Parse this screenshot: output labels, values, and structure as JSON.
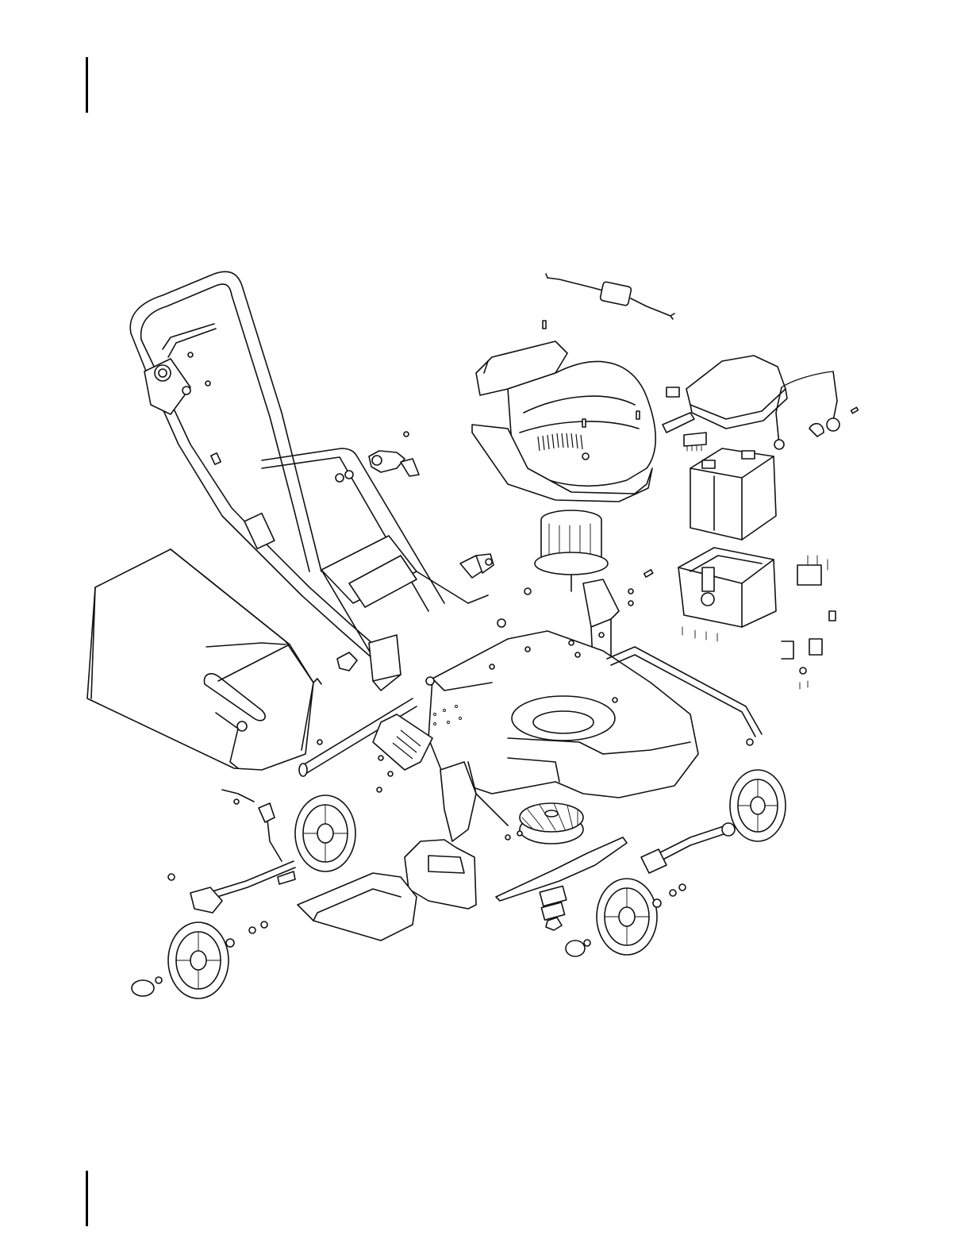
{
  "colors": {
    "ink": "#111111",
    "paper": "#ffffff"
  },
  "diagram": {
    "type": "exploded-parts-view",
    "parts": [
      {
        "name": "handle-assembly"
      },
      {
        "name": "grass-catcher-bag"
      },
      {
        "name": "charger"
      },
      {
        "name": "motor-cover"
      },
      {
        "name": "battery-cover"
      },
      {
        "name": "battery"
      },
      {
        "name": "battery-box"
      },
      {
        "name": "motor"
      },
      {
        "name": "deck"
      },
      {
        "name": "rear-axle"
      },
      {
        "name": "blade"
      },
      {
        "name": "fan"
      },
      {
        "name": "mulch-plug"
      },
      {
        "name": "rear-flap"
      },
      {
        "name": "wheels"
      }
    ]
  }
}
